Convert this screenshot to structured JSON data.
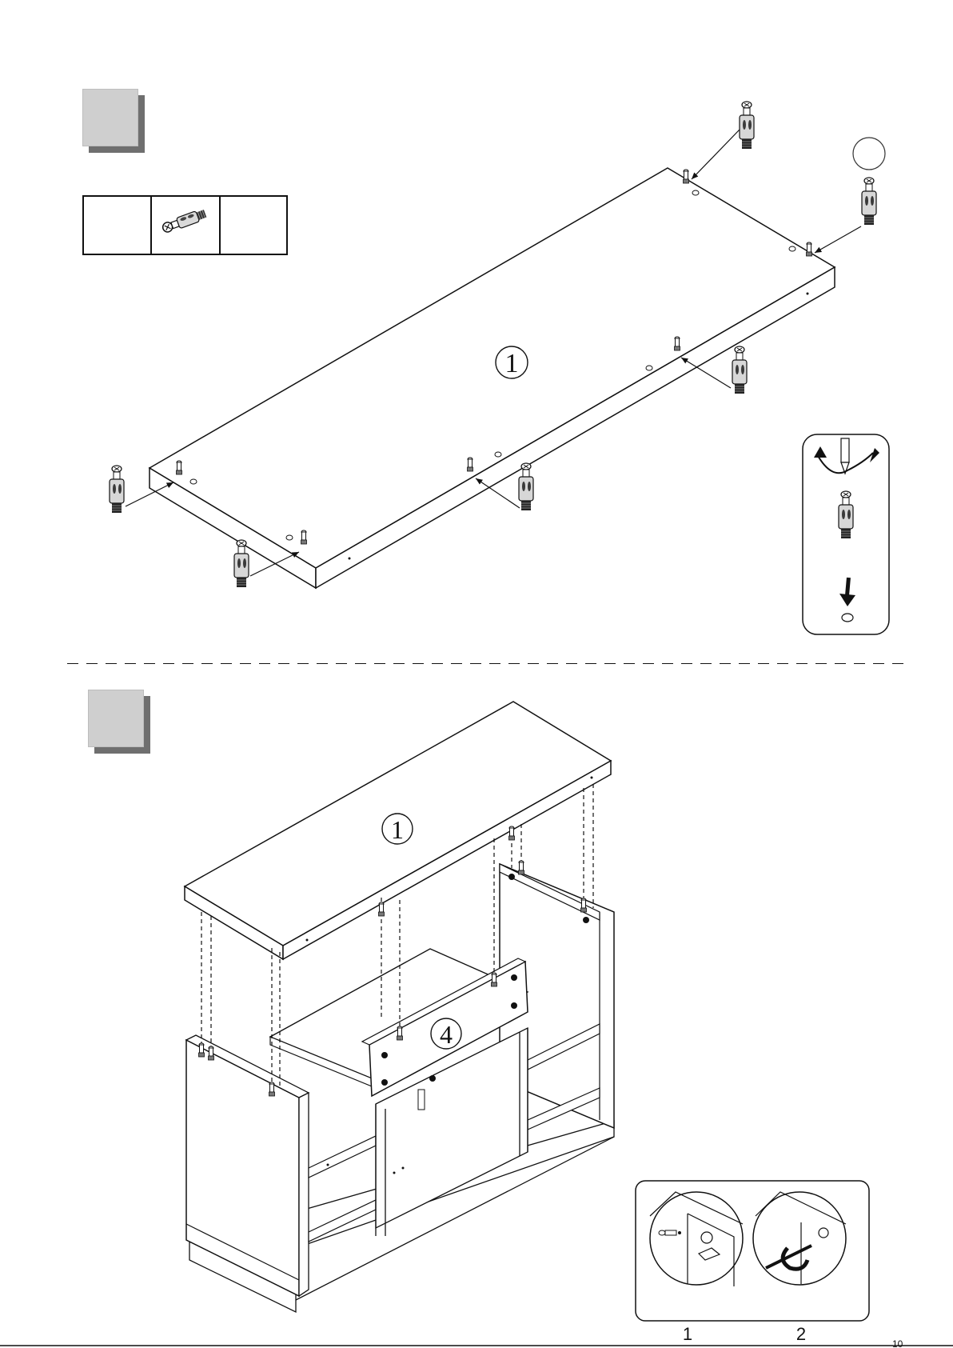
{
  "step1": {
    "panel_label": "1"
  },
  "step2": {
    "top_panel_label": "1",
    "shelf_panel_label": "4",
    "detail_labels": [
      "1",
      "2"
    ]
  },
  "page_number": "10"
}
